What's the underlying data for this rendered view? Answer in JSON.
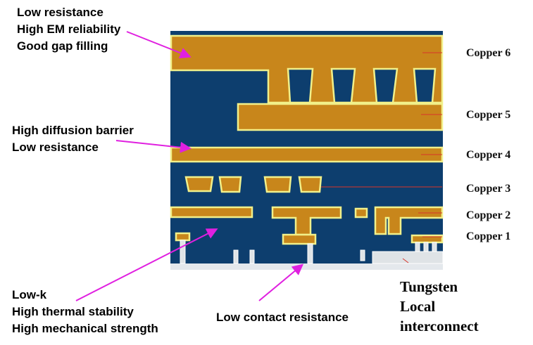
{
  "annotations": {
    "top_left": [
      "Low resistance",
      "High EM reliability",
      "Good gap filling"
    ],
    "middle_left": [
      "High diffusion barrier",
      "Low resistance"
    ],
    "bottom_left": [
      "Low-k",
      "High thermal stability",
      "High mechanical strength"
    ],
    "bottom_center": "Low contact resistance",
    "bottom_right": [
      "Tungsten",
      "Local",
      "interconnect"
    ]
  },
  "layers": [
    "Copper 6",
    "Copper 5",
    "Copper 4",
    "Copper 3",
    "Copper 2",
    "Copper 1"
  ],
  "colors": {
    "dielectric": "#0d3e6e",
    "copper": "#c8861b",
    "outline": "#f1f08a",
    "tungsten": "#dfe3e6",
    "arrow": "#e020e0"
  }
}
